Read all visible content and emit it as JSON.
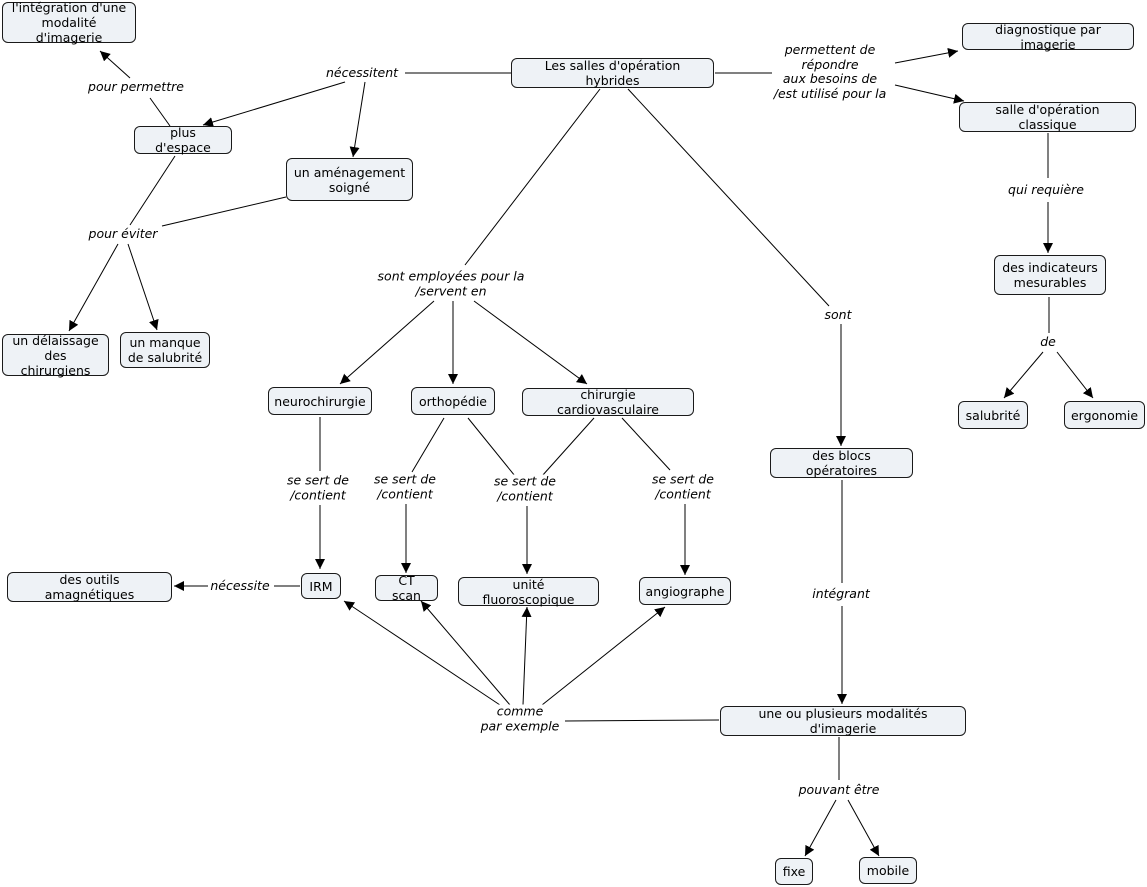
{
  "nodes": {
    "integration": "l'intégration d'une\nmodalité d'imagerie",
    "salles": "Les salles d'opération hybrides",
    "diagnostique": "diagnostique par imagerie",
    "espace": "plus d'espace",
    "amenagement": "un aménagement\nsoigné",
    "salle_classique": "salle d'opération classique",
    "indicateurs": "des indicateurs\nmesurables",
    "delaissage": "un délaissage\ndes chirurgiens",
    "manque": "un manque\nde salubrité",
    "neuro": "neurochirurgie",
    "ortho": "orthopédie",
    "cardio": "chirurgie cardiovasculaire",
    "salubrite": "salubrité",
    "ergonomie": "ergonomie",
    "blocs": "des blocs opératoires",
    "outils": "des outils amagnétiques",
    "irm": "IRM",
    "ctscan": "CT scan",
    "fluoro": "unité fluoroscopique",
    "angio": "angiographe",
    "modalites": "une ou plusieurs modalités d'imagerie",
    "fixe": "fixe",
    "mobile": "mobile"
  },
  "labels": {
    "necessitent": "nécessitent",
    "permettent": "permettent de\nrépondre\naux besoins de\n/est utilisé pour la",
    "pour_permettre": "pour permettre",
    "pour_eviter": "pour éviter",
    "qui_requiere": "qui requière",
    "employees": "sont employées pour la\n/servent en",
    "sont": "sont",
    "de": "de",
    "sert_neuro": "se sert de\n/contient",
    "sert_ortho": "se sert de\n/contient",
    "sert_mid": "se sert de\n/contient",
    "sert_cardio": "se sert de\n/contient",
    "necessite": "nécessite",
    "integrant": "intégrant",
    "comme": "comme\npar exemple",
    "pouvant": "pouvant être"
  }
}
